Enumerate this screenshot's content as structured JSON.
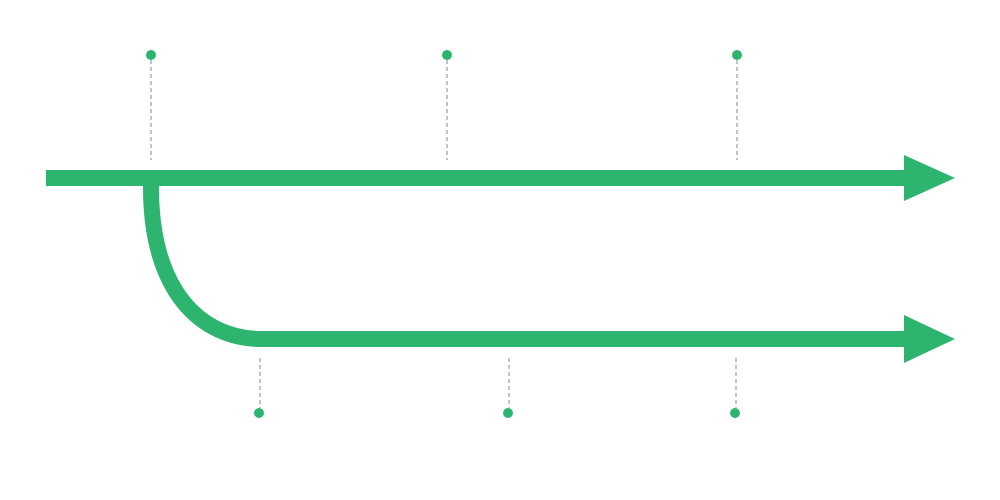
{
  "colors": {
    "background": "#ffffff",
    "accent": "#2db56f",
    "connector": "#8a8a8a"
  },
  "diagram": {
    "type": "timeline-branch",
    "main_track": {
      "name": "main-arrow",
      "milestones": [
        {
          "name": "main-milestone-1"
        },
        {
          "name": "main-milestone-2"
        },
        {
          "name": "main-milestone-3"
        }
      ]
    },
    "branch_track": {
      "name": "branch-arrow",
      "milestones": [
        {
          "name": "branch-milestone-1"
        },
        {
          "name": "branch-milestone-2"
        },
        {
          "name": "branch-milestone-3"
        }
      ]
    }
  }
}
